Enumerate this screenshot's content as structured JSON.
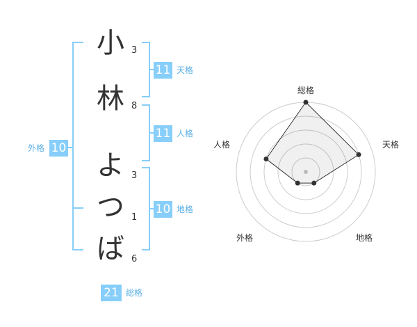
{
  "name_chars": [
    {
      "char": "小",
      "strokes": "3"
    },
    {
      "char": "林",
      "strokes": "8"
    },
    {
      "char": "よ",
      "strokes": "3"
    },
    {
      "char": "つ",
      "strokes": "1"
    },
    {
      "char": "ば",
      "strokes": "6"
    }
  ],
  "kaku": {
    "tenkaku": {
      "value": "11",
      "label": "天格"
    },
    "jinkaku": {
      "value": "11",
      "label": "人格"
    },
    "chikaku": {
      "value": "10",
      "label": "地格"
    },
    "gaikaku": {
      "value": "10",
      "label": "外格"
    },
    "soukaku": {
      "value": "21",
      "label": "総格"
    }
  },
  "colors": {
    "accent": "#87cefa",
    "label": "#5bb0e6",
    "text": "#333333"
  },
  "chart_data": {
    "type": "radar",
    "axes": [
      "総格",
      "天格",
      "地格",
      "外格",
      "人格"
    ],
    "values": [
      5,
      4,
      1,
      1,
      3
    ],
    "max": 5,
    "rings": 5
  }
}
